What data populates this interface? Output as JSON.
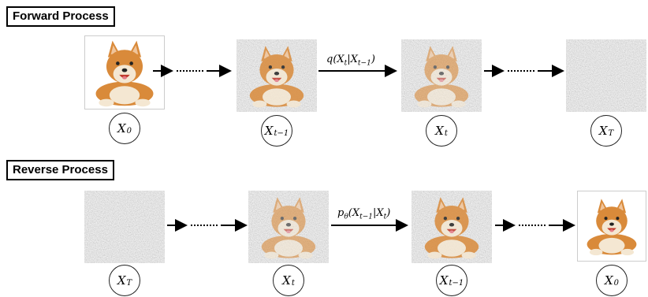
{
  "forward": {
    "title": "Forward Process",
    "states": [
      {
        "symbol": "X",
        "subscript": "0",
        "image": "clean-dog"
      },
      {
        "symbol": "X",
        "subscript": "t−1",
        "image": "lightly-noised-dog"
      },
      {
        "symbol": "X",
        "subscript": "t",
        "image": "noised-dog"
      },
      {
        "symbol": "X",
        "subscript": "T",
        "image": "pure-noise"
      }
    ],
    "transition": {
      "func": "q(X",
      "sub1": "t",
      "mid": "|X",
      "sub2": "t−1",
      "end": ")"
    }
  },
  "reverse": {
    "title": "Reverse Process",
    "states": [
      {
        "symbol": "X",
        "subscript": "T",
        "image": "pure-noise"
      },
      {
        "symbol": "X",
        "subscript": "t",
        "image": "noised-dog"
      },
      {
        "symbol": "X",
        "subscript": "t−1",
        "image": "lightly-noised-dog"
      },
      {
        "symbol": "X",
        "subscript": "0",
        "image": "clean-dog"
      }
    ],
    "transition": {
      "func": "p",
      "theta": "θ",
      "open": "(X",
      "sub1": "t−1",
      "mid": "|X",
      "sub2": "t",
      "end": ")"
    }
  },
  "colors": {
    "noise": "#8a8a8a",
    "dog_orange": "#d98a3a",
    "dog_cream": "#f4e7d2",
    "arrow": "#000000"
  }
}
